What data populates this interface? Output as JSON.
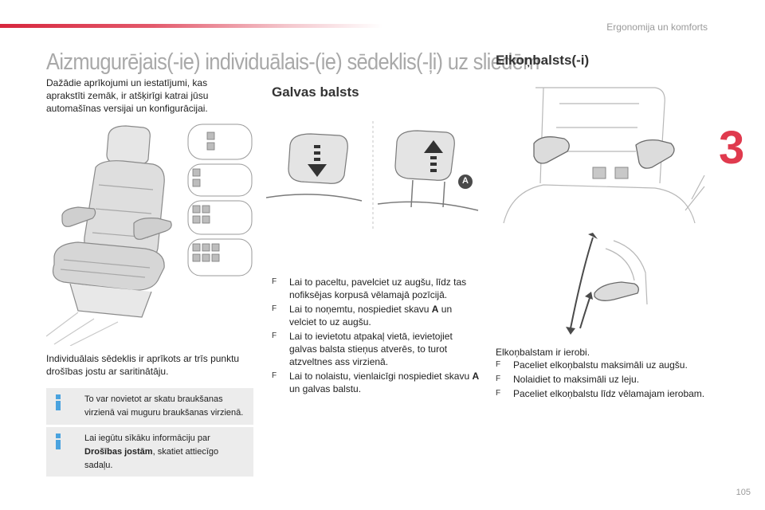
{
  "header": {
    "section": "Ergonomija un komforts",
    "chapter": "3",
    "page_number": "105"
  },
  "main_title": "Aizmugurējais(-ie) individuālais-(ie) sēdeklis(-ļi) uz sliedēm",
  "intro": "Dažādie aprīkojumi un iestatījumi, kas aprakstīti zemāk, ir atšķirīgi katrai jūsu automašīnas versijai un konfigurācijai.",
  "seat_caption": "Individuālais sēdeklis ir aprīkots ar trīs punktu drošības jostu ar saritinātāju.",
  "info_boxes": [
    {
      "text": "To var novietot ar skatu braukšanas virzienā vai muguru braukšanas virzienā."
    },
    {
      "pre": "Lai iegūtu sīkāku informāciju par ",
      "bold": "Drošības jostām",
      "post": ", skatiet attiecīgo sadaļu."
    }
  ],
  "headrest": {
    "title": "Galvas balsts",
    "callout": "A",
    "bullet_symbol": "F",
    "items": [
      {
        "text": "Lai to paceltu, pavelciet uz augšu, līdz tas nofiksējas korpusā vēlamajā pozīcijā."
      },
      {
        "pre": "Lai to noņemtu, nospiediet skavu ",
        "bold": "A",
        "post": " un velciet to uz augšu."
      },
      {
        "text": "Lai to ievietotu atpakaļ vietā, ievietojiet galvas balsta stieņus atverēs, to turot atzveltnes ass virzienā."
      },
      {
        "pre": "Lai to nolaistu, vienlaicīgi nospiediet skavu ",
        "bold": "A",
        "post": " un galvas balstu."
      }
    ]
  },
  "armrest": {
    "title": "Elkoņbalsts(-i)",
    "caption": "Elkoņbalstam ir ierobi.",
    "bullet_symbol": "F",
    "items": [
      "Paceliet elkoņbalstu maksimāli uz augšu.",
      "Nolaidiet to maksimāli uz leju.",
      "Paceliet elkoņbalstu līdz vēlamajam ierobam."
    ]
  },
  "colors": {
    "accent": "#e03a4e",
    "info_icon": "#4aa3df",
    "box_bg": "#ececec",
    "title_gray": "#a9a9a9"
  }
}
